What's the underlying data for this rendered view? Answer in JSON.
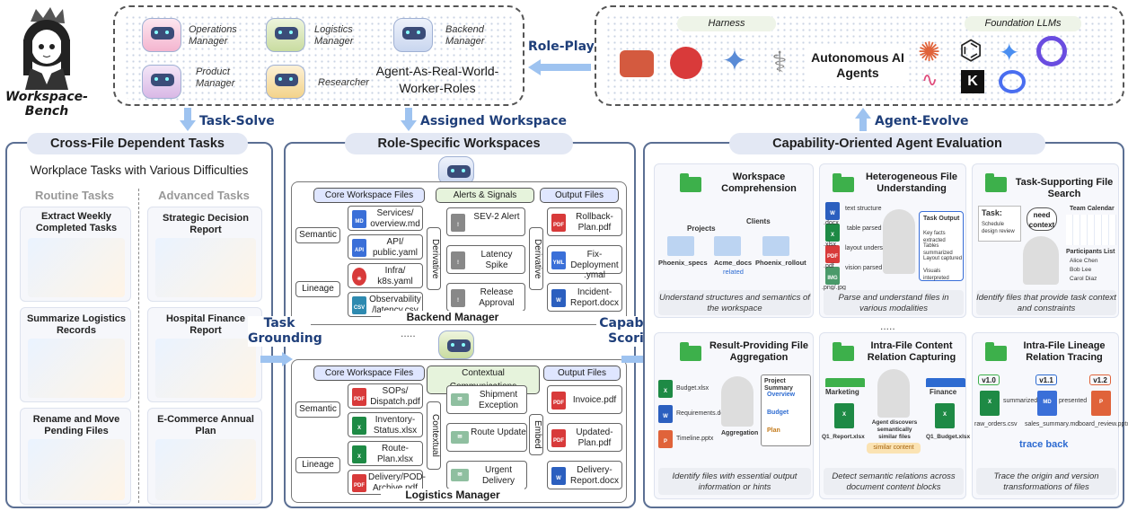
{
  "bench": {
    "name_line1": "Workspace-",
    "name_line2": "Bench"
  },
  "roles": {
    "names": [
      "Operations Manager",
      "Logistics Manager",
      "Backend Manager",
      "Product Manager",
      "Researcher"
    ],
    "title": "Agent-As-Real-World-Worker-Roles"
  },
  "top_right": {
    "harness": "Harness",
    "foundation": "Foundation LLMs",
    "agents": "Autonomous AI Agents"
  },
  "arrows": {
    "role_play": "Role-Play",
    "task_solve": "Task-Solve",
    "assigned_workspace": "Assigned Workspace",
    "agent_evolve": "Agent-Evolve",
    "task_grounding": "Task Grounding",
    "capability_scoring": "Capability Scoring"
  },
  "left_panel": {
    "title": "Cross-File Dependent Tasks",
    "subtitle": "Workplace Tasks with Various Difficulties",
    "routine_header": "Routine Tasks",
    "advanced_header": "Advanced Tasks",
    "routine": [
      "Extract Weekly Completed Tasks",
      "Summarize Logistics Records",
      "Rename and Move Pending Files"
    ],
    "advanced": [
      "Strategic Decision Report",
      "Hospital Finance Report",
      "E-Commerce Annual Plan"
    ]
  },
  "middle_panel": {
    "title": "Role-Specific Workspaces",
    "backend": {
      "headers": [
        "Core Workspace Files",
        "Alerts & Signals",
        "Output Files"
      ],
      "side_tags": [
        "Semantic",
        "Lineage"
      ],
      "derivative": "Derivative",
      "core_files": [
        "Services/ overview.md",
        "API/ public.yaml",
        "Infra/ k8s.yaml",
        "Observability /latency.csv"
      ],
      "signals": [
        "SEV-2 Alert",
        "Latency Spike",
        "Release Approval"
      ],
      "outputs": [
        "Rollback-Plan.pdf",
        "Fix-Deployment .ymal",
        "Incident-Report.docx"
      ],
      "label": "Backend Manager"
    },
    "logistics": {
      "headers": [
        "Core Workspace Files",
        "Contextual Communications",
        "Output Files"
      ],
      "side_tags": [
        "Semantic",
        "Lineage"
      ],
      "contextual": "Contextual",
      "embed": "Embed",
      "core_files": [
        "SOPs/ Dispatch.pdf",
        "Inventory-Status.xlsx",
        "Route-Plan.xlsx",
        "Delivery/POD-Archive.pdf"
      ],
      "comms": [
        "Shipment Exception",
        "Route Update",
        "Urgent Delivery"
      ],
      "outputs": [
        "Invoice.pdf",
        "Updated-Plan.pdf",
        "Delivery-Report.docx"
      ],
      "label": "Logistics Manager"
    },
    "ellipsis": "....."
  },
  "right_panel": {
    "title": "Capability-Oriented Agent Evaluation",
    "cards": [
      {
        "title": "Workspace Comprehension",
        "caption": "Understand structures and semantics of the workspace"
      },
      {
        "title": "Heterogeneous File Understanding",
        "caption": "Parse and understand files in various modalities"
      },
      {
        "title": "Task-Supporting File Search",
        "caption": "Identify files that provide task context and constraints"
      },
      {
        "title": "Result-Providing File Aggregation",
        "caption": "Identify files with essential output information or hints"
      },
      {
        "title": "Intra-File Content Relation Capturing",
        "caption": "Detect semantic relations across document content blocks"
      },
      {
        "title": "Intra-File Lineage Relation Tracing",
        "caption": "Trace the origin and version transformations of files"
      }
    ],
    "ellipsis": ".....",
    "c1": {
      "projects": "Projects",
      "clients": "Clients",
      "f1": "Phoenix_specs",
      "f2": "Acme_docs",
      "f3": "Phoenix_rollout",
      "related": "related"
    },
    "c2": {
      "text": "text structure",
      "table": "table parsed",
      "layout": "layout understood",
      "vision": "vision parsed",
      "out_title": "Task Output",
      "outs": [
        "Key facts extracted",
        "Tables summarized",
        "Layout captured",
        "Visuals interpreted"
      ],
      "types": [
        ".docx",
        ".xlsx",
        ".pdf",
        ".png/.jpg"
      ]
    },
    "c3": {
      "task": "Task:",
      "task_desc": "Schedule design review",
      "need": "need context",
      "calendar": "Team Calendar",
      "participants": "Participants List",
      "people": [
        "Alice Chen",
        "Bob Lee",
        "Carol Diaz"
      ]
    },
    "c4": {
      "files": [
        "Budget.xlsx",
        "Requirements.docx",
        "Timeline.pptx"
      ],
      "agg": "Aggregation",
      "summary": "Project Summary",
      "rows": [
        "Overview",
        "Budget",
        "Plan"
      ]
    },
    "c5": {
      "marketing": "Marketing",
      "finance": "Finance",
      "f1": "Q1_Report.xlsx",
      "f2": "Q1_Budget.xlsx",
      "agent": "Agent discovers semantically similar files",
      "similar": "similar content"
    },
    "c6": {
      "versions": [
        "v1.0",
        "v1.1",
        "v1.2"
      ],
      "files": [
        "raw_orders.csv",
        "sales_summary.md",
        "board_review.pptx"
      ],
      "ops": [
        "summarized",
        "presented"
      ],
      "trace": "trace back"
    }
  },
  "colors": {
    "panel_border": "#5b6f93",
    "arrow_blue": "#9ec3f0",
    "title_pill": "#e3e8f4"
  }
}
